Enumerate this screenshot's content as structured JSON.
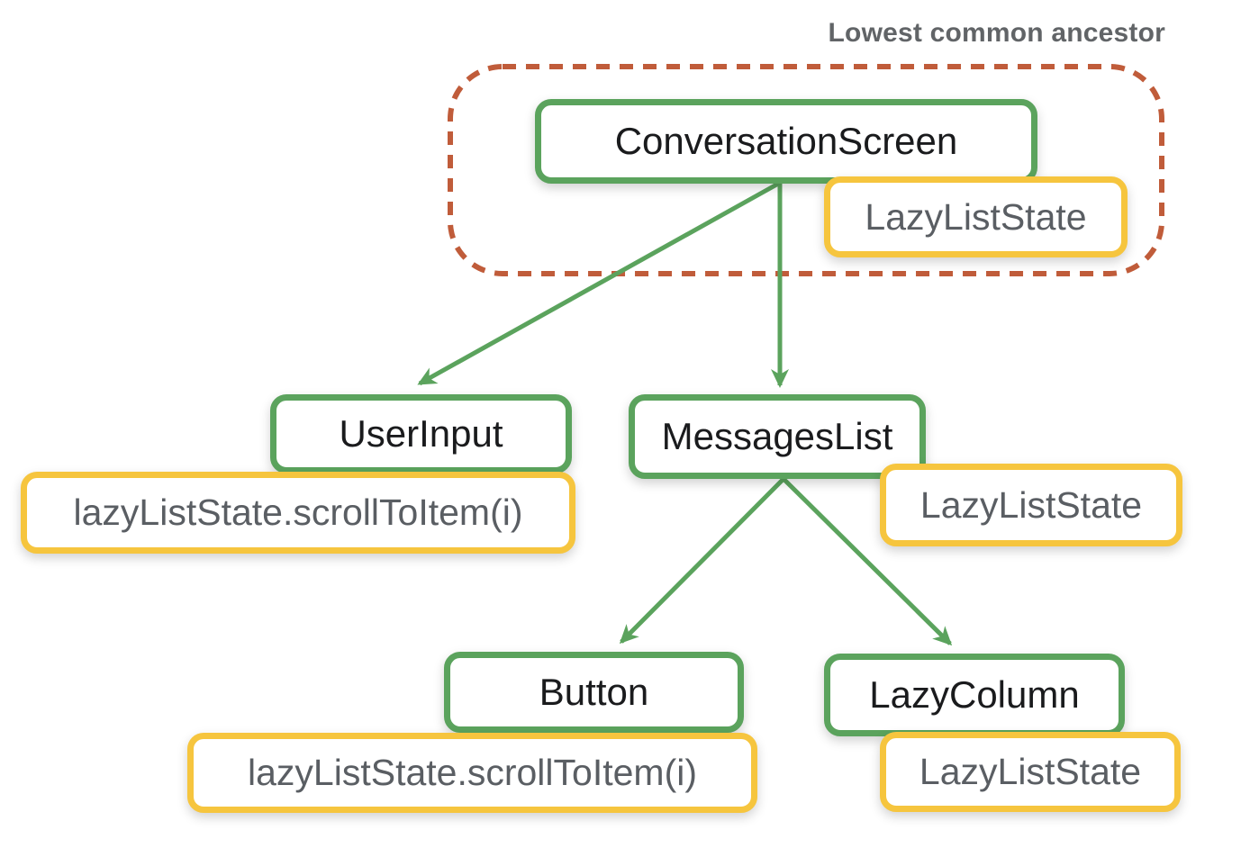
{
  "annotation": {
    "label": "Lowest common ancestor"
  },
  "nodes": {
    "conversation_screen": {
      "label": "ConversationScreen"
    },
    "user_input": {
      "label": "UserInput"
    },
    "messages_list": {
      "label": "MessagesList"
    },
    "button": {
      "label": "Button"
    },
    "lazy_column": {
      "label": "LazyColumn"
    }
  },
  "states": {
    "lazyliststate_top": {
      "label": "LazyListState"
    },
    "scrolltoitem_left": {
      "label": "lazyListState.scrollToItem(i)"
    },
    "lazyliststate_mid": {
      "label": "LazyListState"
    },
    "scrolltoitem_bottom": {
      "label": "lazyListState.scrollToItem(i)"
    },
    "lazyliststate_bottom": {
      "label": "LazyListState"
    }
  },
  "colors": {
    "node_border_green": "#5ba35d",
    "state_border_yellow": "#f6c53e",
    "ancestor_dashed_orange": "#c05c3a",
    "arrow_green": "#5ba35d",
    "node_text": "#1a1b1d",
    "state_text": "#5a5e63",
    "title_text": "#616467"
  },
  "edges": [
    {
      "from": "ConversationScreen",
      "to": "UserInput"
    },
    {
      "from": "ConversationScreen",
      "to": "MessagesList"
    },
    {
      "from": "MessagesList",
      "to": "Button"
    },
    {
      "from": "MessagesList",
      "to": "LazyColumn"
    }
  ]
}
